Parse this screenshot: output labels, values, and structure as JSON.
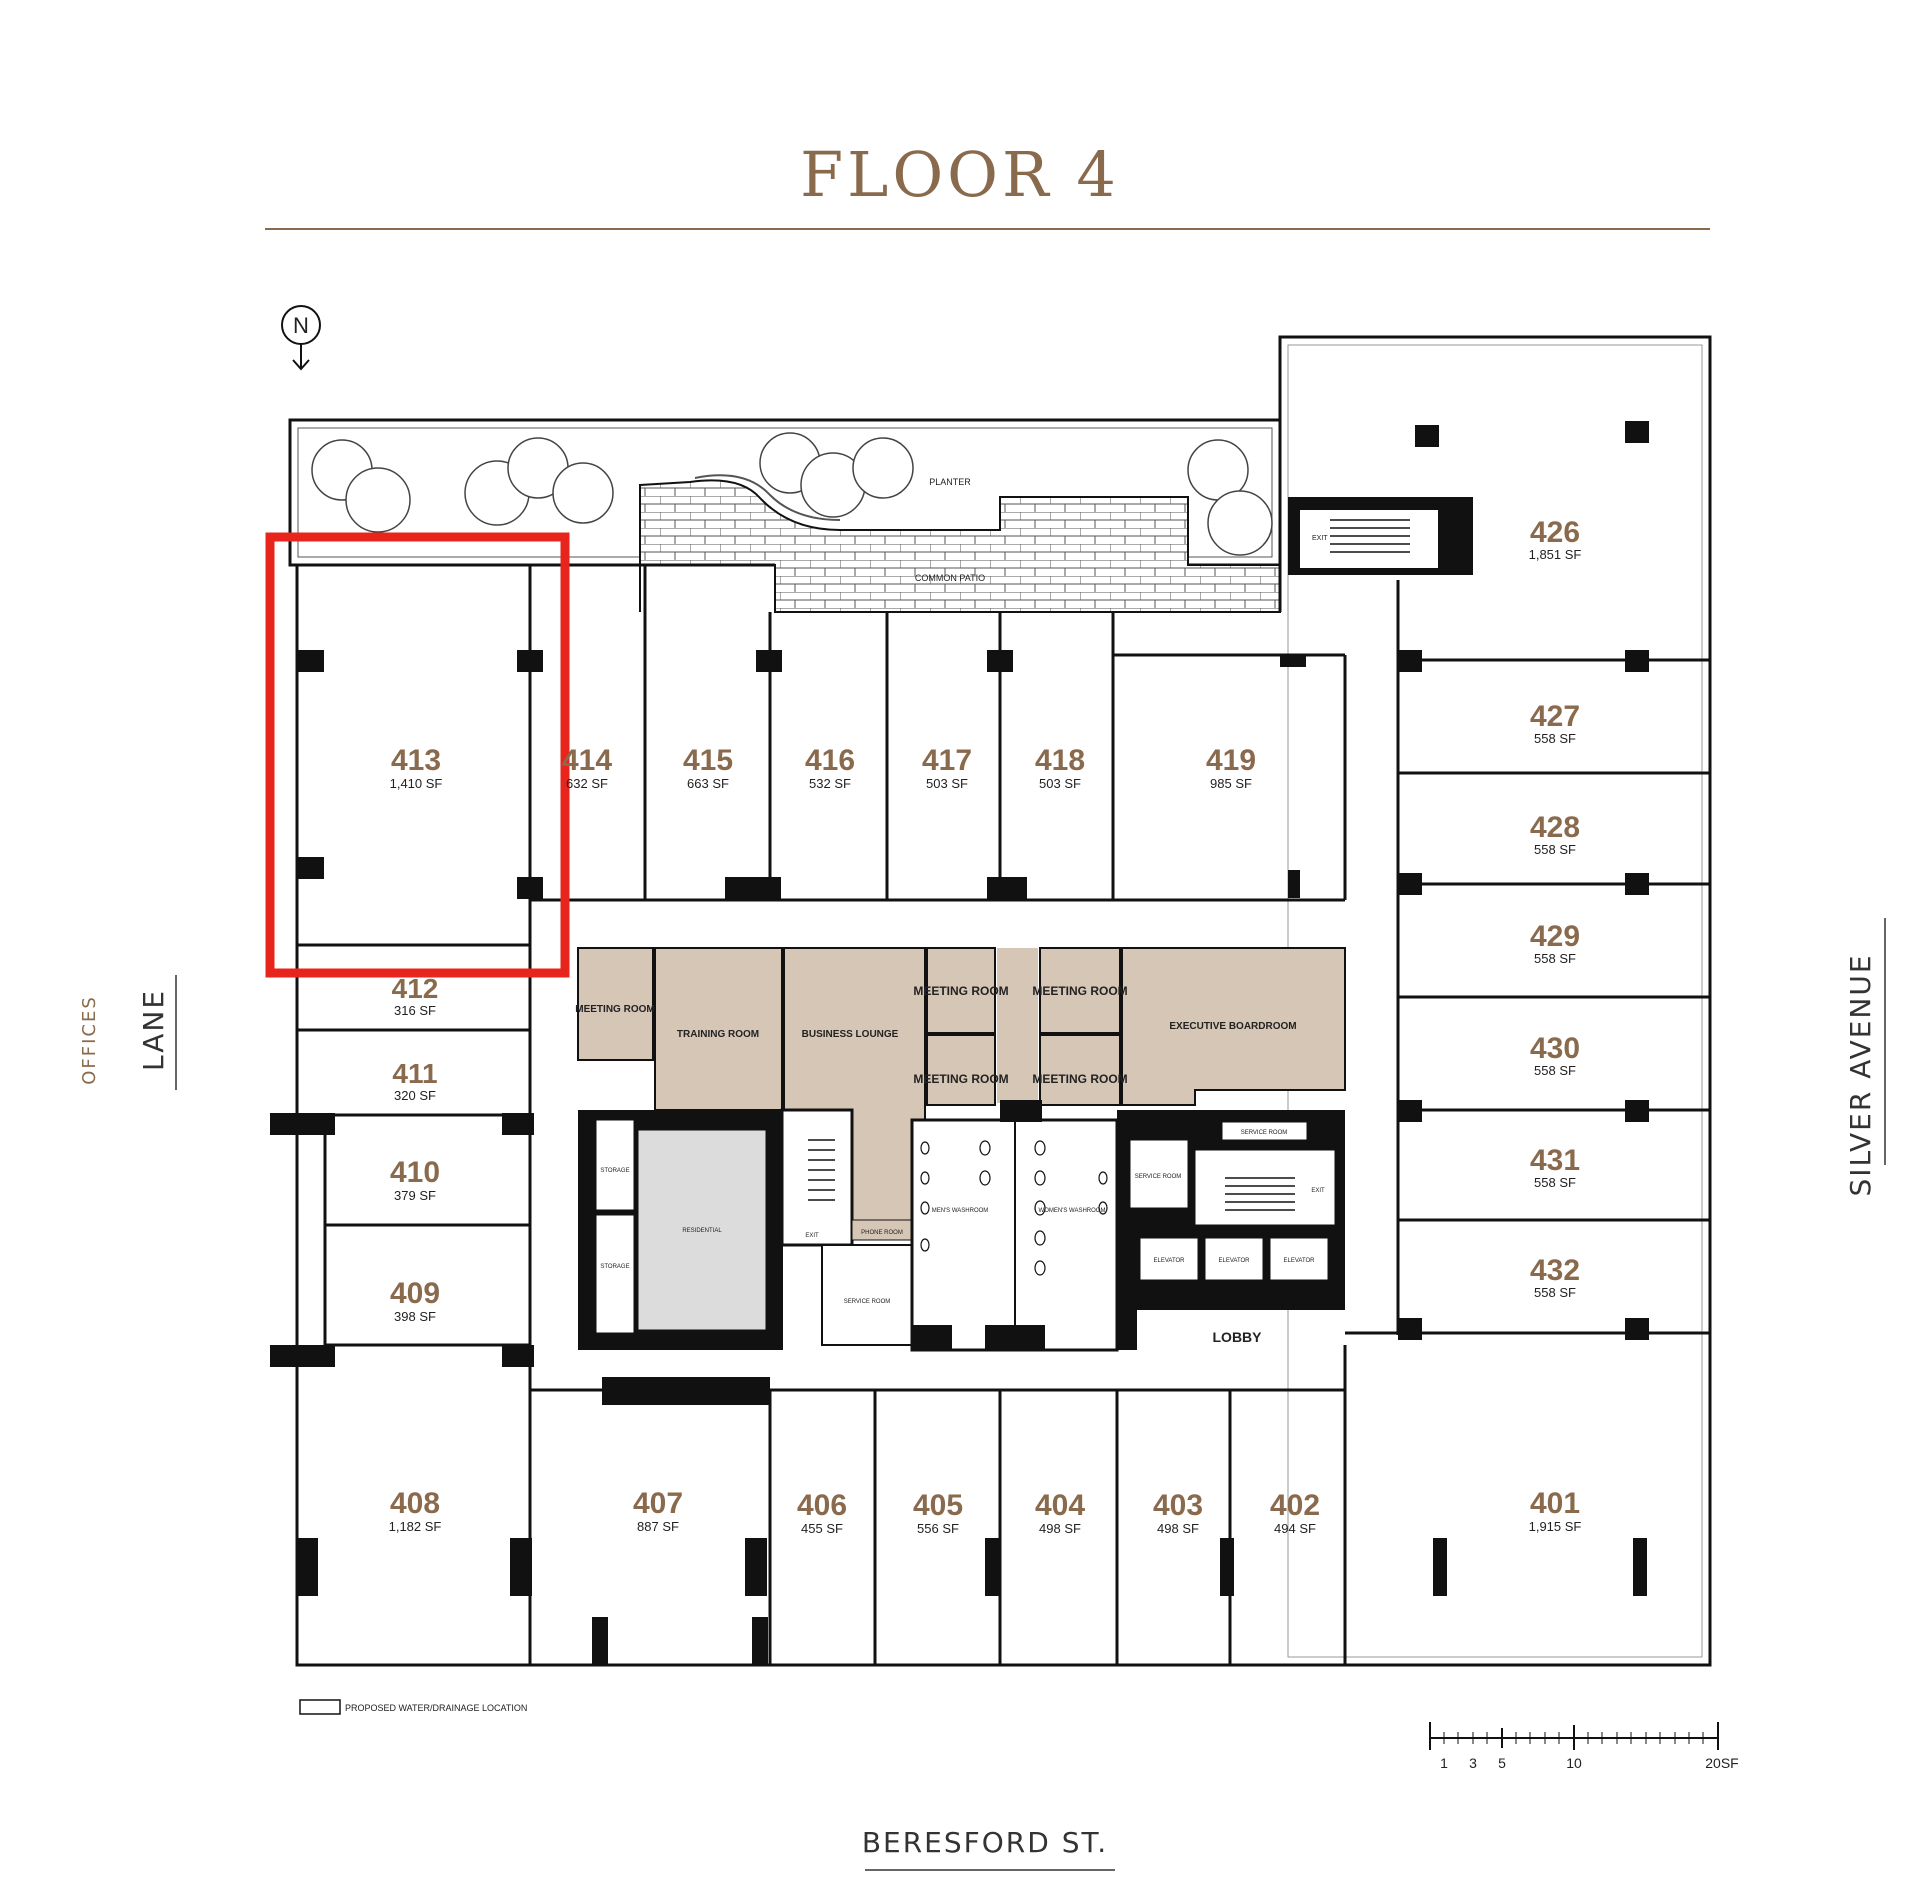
{
  "title": "FLOOR 4",
  "north_label": "N",
  "streets": {
    "west_small": "OFFICES",
    "west": "LANE",
    "east": "SILVER AVENUE",
    "south": "BERESFORD ST."
  },
  "legend": {
    "water": "PROPOSED WATER/DRAINAGE LOCATION"
  },
  "scale": {
    "ticks": [
      "1",
      "3",
      "5",
      "10",
      "20SF"
    ]
  },
  "labels": {
    "planter": "PLANTER",
    "common_patio": "COMMON PATIO",
    "lobby": "LOBBY",
    "exit": "EXIT",
    "residential": "RESIDENTIAL",
    "storage": "STORAGE",
    "phone_room": "PHONE ROOM",
    "service_room": "SERVICE ROOM",
    "mens_washroom": "MEN'S WASHROOM",
    "womens_washroom": "WOMEN'S WASHROOM",
    "elevator": "ELEVATOR"
  },
  "amenities": {
    "meeting_room": "MEETING ROOM",
    "training_room": "TRAINING ROOM",
    "business_lounge": "BUSINESS LOUNGE",
    "executive_boardroom": "EXECUTIVE BOARDROOM"
  },
  "units": {
    "u413": {
      "num": "413",
      "sf": "1,410 SF"
    },
    "u414": {
      "num": "414",
      "sf": "632 SF"
    },
    "u415": {
      "num": "415",
      "sf": "663 SF"
    },
    "u416": {
      "num": "416",
      "sf": "532 SF"
    },
    "u417": {
      "num": "417",
      "sf": "503 SF"
    },
    "u418": {
      "num": "418",
      "sf": "503 SF"
    },
    "u419": {
      "num": "419",
      "sf": "985 SF"
    },
    "u412": {
      "num": "412",
      "sf": "316 SF"
    },
    "u411": {
      "num": "411",
      "sf": "320 SF"
    },
    "u410": {
      "num": "410",
      "sf": "379 SF"
    },
    "u409": {
      "num": "409",
      "sf": "398 SF"
    },
    "u408": {
      "num": "408",
      "sf": "1,182 SF"
    },
    "u407": {
      "num": "407",
      "sf": "887 SF"
    },
    "u406": {
      "num": "406",
      "sf": "455 SF"
    },
    "u405": {
      "num": "405",
      "sf": "556 SF"
    },
    "u404": {
      "num": "404",
      "sf": "498 SF"
    },
    "u403": {
      "num": "403",
      "sf": "498 SF"
    },
    "u402": {
      "num": "402",
      "sf": "494 SF"
    },
    "u401": {
      "num": "401",
      "sf": "1,915 SF"
    },
    "u426": {
      "num": "426",
      "sf": "1,851 SF"
    },
    "u427": {
      "num": "427",
      "sf": "558 SF"
    },
    "u428": {
      "num": "428",
      "sf": "558 SF"
    },
    "u429": {
      "num": "429",
      "sf": "558 SF"
    },
    "u430": {
      "num": "430",
      "sf": "558 SF"
    },
    "u431": {
      "num": "431",
      "sf": "558 SF"
    },
    "u432": {
      "num": "432",
      "sf": "558 SF"
    }
  },
  "highlight": {
    "unit": "413",
    "color": "#e8251d"
  },
  "colors": {
    "accent": "#8a6a4d",
    "amenity_fill": "#d6c6b6",
    "residential_fill": "#dcdcdc",
    "wall": "#111111"
  }
}
